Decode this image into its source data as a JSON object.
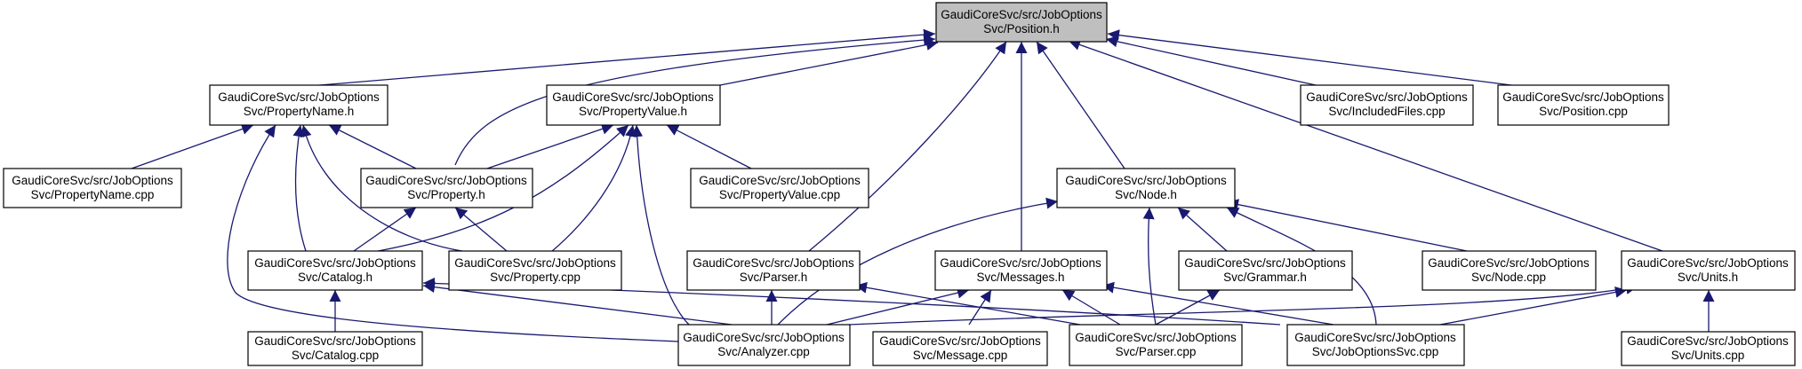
{
  "diagram": {
    "colors": {
      "edge": "#191970",
      "root_fill": "#bfbfbf",
      "node_fill": "#ffffff",
      "node_border": "#000000"
    },
    "nodes": {
      "position_h": {
        "line1": "GaudiCoreSvc/src/JobOptions",
        "line2": "Svc/Position.h"
      },
      "propertyname_h": {
        "line1": "GaudiCoreSvc/src/JobOptions",
        "line2": "Svc/PropertyName.h"
      },
      "propertyvalue_h": {
        "line1": "GaudiCoreSvc/src/JobOptions",
        "line2": "Svc/PropertyValue.h"
      },
      "includedfiles_cpp": {
        "line1": "GaudiCoreSvc/src/JobOptions",
        "line2": "Svc/IncludedFiles.cpp"
      },
      "position_cpp": {
        "line1": "GaudiCoreSvc/src/JobOptions",
        "line2": "Svc/Position.cpp"
      },
      "propertyname_cpp": {
        "line1": "GaudiCoreSvc/src/JobOptions",
        "line2": "Svc/PropertyName.cpp"
      },
      "property_h": {
        "line1": "GaudiCoreSvc/src/JobOptions",
        "line2": "Svc/Property.h"
      },
      "propertyvalue_cpp": {
        "line1": "GaudiCoreSvc/src/JobOptions",
        "line2": "Svc/PropertyValue.cpp"
      },
      "node_h": {
        "line1": "GaudiCoreSvc/src/JobOptions",
        "line2": "Svc/Node.h"
      },
      "catalog_h": {
        "line1": "GaudiCoreSvc/src/JobOptions",
        "line2": "Svc/Catalog.h"
      },
      "property_cpp": {
        "line1": "GaudiCoreSvc/src/JobOptions",
        "line2": "Svc/Property.cpp"
      },
      "parser_h": {
        "line1": "GaudiCoreSvc/src/JobOptions",
        "line2": "Svc/Parser.h"
      },
      "messages_h": {
        "line1": "GaudiCoreSvc/src/JobOptions",
        "line2": "Svc/Messages.h"
      },
      "grammar_h": {
        "line1": "GaudiCoreSvc/src/JobOptions",
        "line2": "Svc/Grammar.h"
      },
      "node_cpp": {
        "line1": "GaudiCoreSvc/src/JobOptions",
        "line2": "Svc/Node.cpp"
      },
      "units_h": {
        "line1": "GaudiCoreSvc/src/JobOptions",
        "line2": "Svc/Units.h"
      },
      "catalog_cpp": {
        "line1": "GaudiCoreSvc/src/JobOptions",
        "line2": "Svc/Catalog.cpp"
      },
      "analyzer_cpp": {
        "line1": "GaudiCoreSvc/src/JobOptions",
        "line2": "Svc/Analyzer.cpp"
      },
      "message_cpp": {
        "line1": "GaudiCoreSvc/src/JobOptions",
        "line2": "Svc/Message.cpp"
      },
      "parser_cpp": {
        "line1": "GaudiCoreSvc/src/JobOptions",
        "line2": "Svc/Parser.cpp"
      },
      "joboptionssvc_cpp": {
        "line1": "GaudiCoreSvc/src/JobOptions",
        "line2": "Svc/JobOptionsSvc.cpp"
      },
      "units_cpp": {
        "line1": "GaudiCoreSvc/src/JobOptions",
        "line2": "Svc/Units.cpp"
      }
    }
  }
}
